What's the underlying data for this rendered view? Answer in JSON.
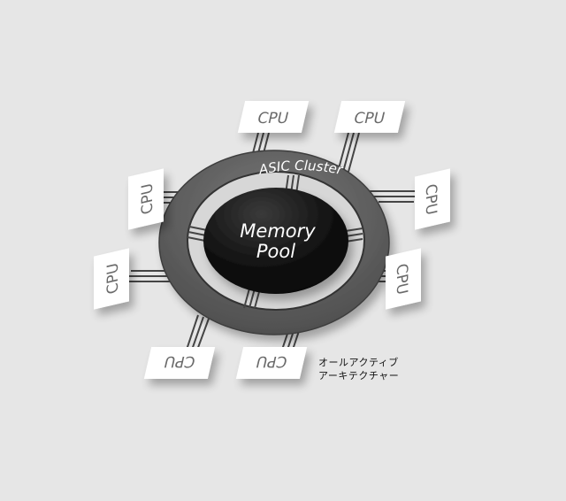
{
  "diagram": {
    "cluster_label": "ASIC Cluster",
    "core_label_line1": "Memory",
    "core_label_line2": "Pool",
    "node_label": "CPU",
    "cpu_nodes": [
      {
        "label": "CPU"
      },
      {
        "label": "CPU"
      },
      {
        "label": "CPU"
      },
      {
        "label": "CPU"
      },
      {
        "label": "CPU"
      },
      {
        "label": "CPU"
      },
      {
        "label": "CPU"
      },
      {
        "label": "CPU"
      }
    ],
    "caption_line1": "オールアクティブ",
    "caption_line2": "アーキテクチャー"
  },
  "colors": {
    "background": "#e6e6e6",
    "ring": "#5f5f5f",
    "ring_inner_edge": "#3a3a3a",
    "core": "#111111",
    "card": "#ffffff",
    "card_text": "#666666",
    "connector": "#444444"
  }
}
